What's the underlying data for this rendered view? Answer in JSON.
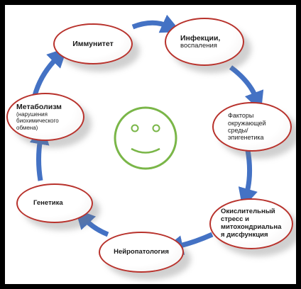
{
  "colors": {
    "frame": "#000000",
    "node_border": "#b8322c",
    "arrow": "#4472c4",
    "smiley": "#7ab648"
  },
  "icons": {
    "center": "smiley-face-icon"
  },
  "nodes": {
    "immunity": {
      "title": "Иммунитет"
    },
    "infections": {
      "title": "Инфекции,",
      "sub": "воспаления"
    },
    "environment": {
      "line1": "Факторы",
      "line2": "окружающей",
      "line3": "среды/",
      "line4": "эпигенетика"
    },
    "oxidative": {
      "line1": "Окислительный",
      "line2": "стресс и",
      "line3": "митохондриальна",
      "line4": "я дисфункция"
    },
    "neuropathology": {
      "title": "Нейропатология"
    },
    "genetics": {
      "title": "Генетика"
    },
    "metabolism": {
      "title": "Метаболизм",
      "line1": "(нарушения",
      "line2": "биохимического",
      "line3": "обмена)"
    }
  }
}
